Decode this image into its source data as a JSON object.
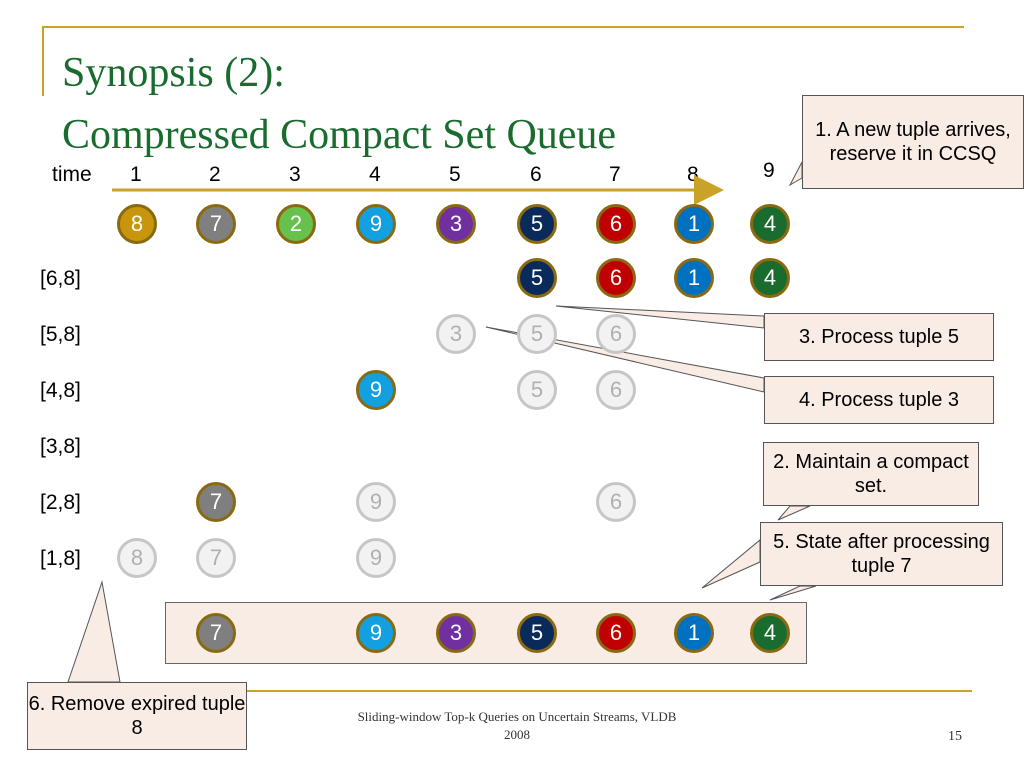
{
  "title_line1": "Synopsis (2):",
  "title_line2": "Compressed Compact Set Queue",
  "time_label": "time",
  "time_ticks": [
    "1",
    "2",
    "3",
    "4",
    "5",
    "6",
    "7",
    "8",
    "9"
  ],
  "row_labels": [
    "[6,8]",
    "[5,8]",
    "[4,8]",
    "[3,8]",
    "[2,8]",
    "[1,8]"
  ],
  "colors": {
    "8": "#c8960c",
    "7": "#7f7f7f",
    "2": "#66c24a",
    "9": "#12a0e0",
    "3": "#7030a0",
    "5": "#0a2a5c",
    "6": "#c00000",
    "1": "#0070c0",
    "4": "#1a6b2e",
    "ghost": "#f2f2f2"
  },
  "arrival_row": [
    "8",
    "7",
    "2",
    "9",
    "3",
    "5",
    "6",
    "1",
    "4"
  ],
  "rows": [
    [
      {
        "col": 5,
        "v": "5"
      },
      {
        "col": 6,
        "v": "6"
      },
      {
        "col": 7,
        "v": "1"
      },
      {
        "col": 8,
        "v": "4"
      }
    ],
    [
      {
        "col": 4,
        "v": "3",
        "ghost": true
      },
      {
        "col": 5,
        "v": "5",
        "ghost": true
      },
      {
        "col": 6,
        "v": "6",
        "ghost": true
      }
    ],
    [
      {
        "col": 3,
        "v": "9"
      },
      {
        "col": 5,
        "v": "5",
        "ghost": true
      },
      {
        "col": 6,
        "v": "6",
        "ghost": true
      }
    ],
    [],
    [
      {
        "col": 1,
        "v": "7"
      },
      {
        "col": 3,
        "v": "9",
        "ghost": true
      },
      {
        "col": 6,
        "v": "6",
        "ghost": true
      }
    ],
    [
      {
        "col": 0,
        "v": "8",
        "ghost": true
      },
      {
        "col": 1,
        "v": "7",
        "ghost": true
      },
      {
        "col": 3,
        "v": "9",
        "ghost": true
      }
    ]
  ],
  "queue_row": [
    {
      "col": 1,
      "v": "7"
    },
    {
      "col": 3,
      "v": "9"
    },
    {
      "col": 4,
      "v": "3"
    },
    {
      "col": 5,
      "v": "5"
    },
    {
      "col": 6,
      "v": "6"
    },
    {
      "col": 7,
      "v": "1"
    },
    {
      "col": 8,
      "v": "4"
    }
  ],
  "callouts": {
    "c1": "1. A new tuple arrives, reserve it in CCSQ",
    "c2": "2. Maintain a compact set.",
    "c3": "3. Process tuple 5",
    "c4": "4. Process tuple 3",
    "c5": "5. State after processing tuple 7",
    "c6": "6. Remove expired tuple 8"
  },
  "footer_text": "Sliding-window Top-k Queries on Uncertain Streams, VLDB 2008",
  "page_number": "15"
}
